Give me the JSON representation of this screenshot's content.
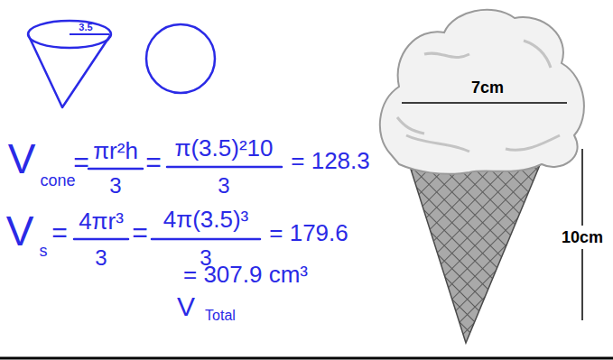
{
  "diagram": {
    "nodes": [
      {
        "text": [
          "3.5"
        ]
      }
    ],
    "labels": [
      "V",
      "cone",
      "=",
      "πr²h",
      "3",
      "=",
      "π(3.5)²10",
      "3",
      "= 128.3",
      "V",
      "s",
      "=",
      "4πr³",
      "3",
      "=",
      "4π(3.5)³",
      "3",
      "= 179.6",
      "= 307.9 cm³",
      "V",
      "Total",
      "7cm",
      "10cm"
    ]
  }
}
